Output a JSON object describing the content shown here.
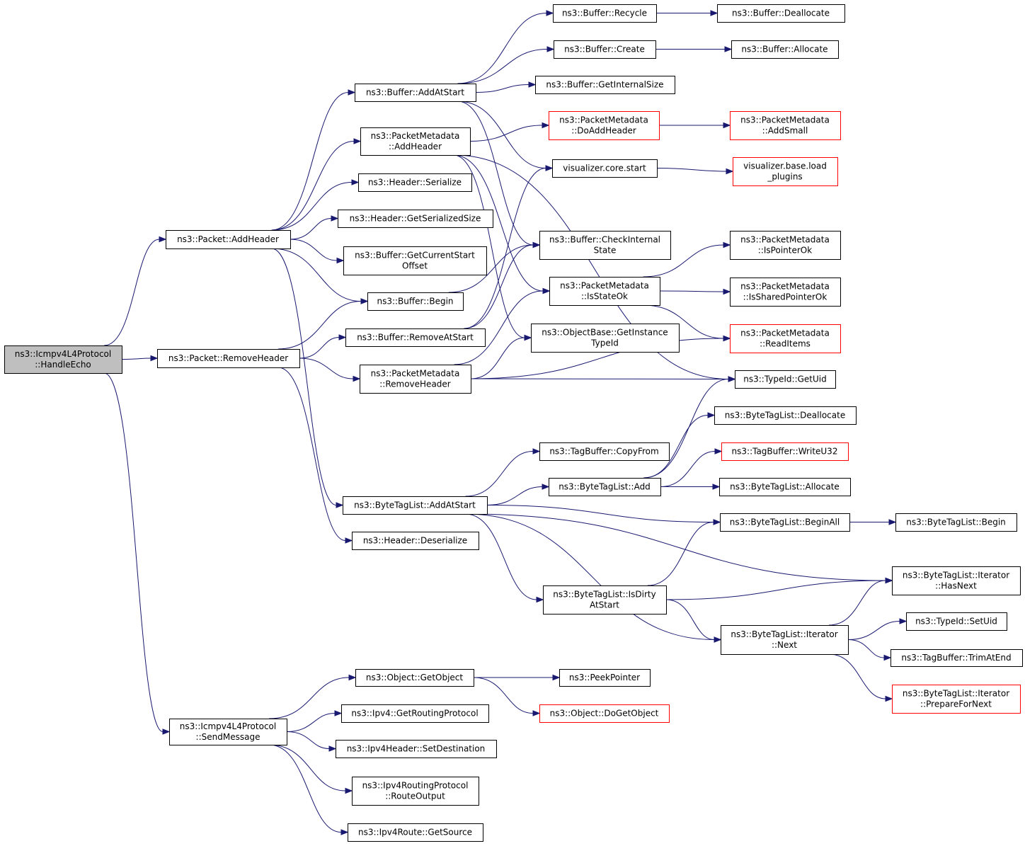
{
  "colors": {
    "edge": "#191970",
    "node_border": "#000000",
    "node_border_incomplete": "#ff0000",
    "root_fill": "#bfbfbf",
    "background": "#ffffff"
  },
  "nodes": [
    {
      "id": "handleEcho",
      "lines": [
        "ns3::Icmpv4L4Protocol",
        "::HandleEcho"
      ],
      "style": "root"
    },
    {
      "id": "addHeader",
      "lines": [
        "ns3::Packet::AddHeader"
      ],
      "style": "normal"
    },
    {
      "id": "removeHeader",
      "lines": [
        "ns3::Packet::RemoveHeader"
      ],
      "style": "normal"
    },
    {
      "id": "sendMessage",
      "lines": [
        "ns3::Icmpv4L4Protocol",
        "::SendMessage"
      ],
      "style": "normal"
    },
    {
      "id": "bufferAddAtStart",
      "lines": [
        "ns3::Buffer::AddAtStart"
      ],
      "style": "normal"
    },
    {
      "id": "pmAddHeader",
      "lines": [
        "ns3::PacketMetadata",
        "::AddHeader"
      ],
      "style": "normal"
    },
    {
      "id": "headerSerialize",
      "lines": [
        "ns3::Header::Serialize"
      ],
      "style": "normal"
    },
    {
      "id": "headerGetSerializedSize",
      "lines": [
        "ns3::Header::GetSerializedSize"
      ],
      "style": "normal"
    },
    {
      "id": "bufferGetCurrentStartOffset",
      "lines": [
        "ns3::Buffer::GetCurrentStart",
        "Offset"
      ],
      "style": "normal"
    },
    {
      "id": "bufferBegin",
      "lines": [
        "ns3::Buffer::Begin"
      ],
      "style": "normal"
    },
    {
      "id": "bufferRemoveAtStart",
      "lines": [
        "ns3::Buffer::RemoveAtStart"
      ],
      "style": "normal"
    },
    {
      "id": "pmRemoveHeader",
      "lines": [
        "ns3::PacketMetadata",
        "::RemoveHeader"
      ],
      "style": "normal"
    },
    {
      "id": "byteTagListAddAtStart",
      "lines": [
        "ns3::ByteTagList::AddAtStart"
      ],
      "style": "normal"
    },
    {
      "id": "headerDeserialize",
      "lines": [
        "ns3::Header::Deserialize"
      ],
      "style": "normal"
    },
    {
      "id": "objectGetObject",
      "lines": [
        "ns3::Object::GetObject"
      ],
      "style": "normal"
    },
    {
      "id": "ipv4GetRoutingProtocol",
      "lines": [
        "ns3::Ipv4::GetRoutingProtocol"
      ],
      "style": "normal"
    },
    {
      "id": "ipv4HeaderSetDestination",
      "lines": [
        "ns3::Ipv4Header::SetDestination"
      ],
      "style": "normal"
    },
    {
      "id": "ipv4RoutingProtocolRouteOutput",
      "lines": [
        "ns3::Ipv4RoutingProtocol",
        "::RouteOutput"
      ],
      "style": "normal"
    },
    {
      "id": "ipv4RouteGetSource",
      "lines": [
        "ns3::Ipv4Route::GetSource"
      ],
      "style": "normal"
    },
    {
      "id": "bufferRecycle",
      "lines": [
        "ns3::Buffer::Recycle"
      ],
      "style": "normal"
    },
    {
      "id": "bufferCreate",
      "lines": [
        "ns3::Buffer::Create"
      ],
      "style": "normal"
    },
    {
      "id": "bufferGetInternalSize",
      "lines": [
        "ns3::Buffer::GetInternalSize"
      ],
      "style": "normal"
    },
    {
      "id": "pmDoAddHeader",
      "lines": [
        "ns3::PacketMetadata",
        "::DoAddHeader"
      ],
      "style": "incomplete"
    },
    {
      "id": "visualizerCoreStart",
      "lines": [
        "visualizer.core.start"
      ],
      "style": "normal"
    },
    {
      "id": "bufferCheckInternalState",
      "lines": [
        "ns3::Buffer::CheckInternal",
        "State"
      ],
      "style": "normal"
    },
    {
      "id": "pmIsStateOk",
      "lines": [
        "ns3::PacketMetadata",
        "::IsStateOk"
      ],
      "style": "normal"
    },
    {
      "id": "objectBaseGetInstanceTypeId",
      "lines": [
        "ns3::ObjectBase::GetInstance",
        "TypeId"
      ],
      "style": "normal"
    },
    {
      "id": "tagBufferCopyFrom",
      "lines": [
        "ns3::TagBuffer::CopyFrom"
      ],
      "style": "normal"
    },
    {
      "id": "byteTagListAdd",
      "lines": [
        "ns3::ByteTagList::Add"
      ],
      "style": "normal"
    },
    {
      "id": "byteTagListIsDirtyAtStart",
      "lines": [
        "ns3::ByteTagList::IsDirty",
        "AtStart"
      ],
      "style": "normal"
    },
    {
      "id": "peekPointer",
      "lines": [
        "ns3::PeekPointer"
      ],
      "style": "normal"
    },
    {
      "id": "objectDoGetObject",
      "lines": [
        "ns3::Object::DoGetObject"
      ],
      "style": "incomplete"
    },
    {
      "id": "bufferDeallocate",
      "lines": [
        "ns3::Buffer::Deallocate"
      ],
      "style": "normal"
    },
    {
      "id": "bufferAllocate",
      "lines": [
        "ns3::Buffer::Allocate"
      ],
      "style": "normal"
    },
    {
      "id": "pmAddSmall",
      "lines": [
        "ns3::PacketMetadata",
        "::AddSmall"
      ],
      "style": "incomplete"
    },
    {
      "id": "visualizerBaseLoadPlugins",
      "lines": [
        "visualizer.base.load",
        "_plugins"
      ],
      "style": "incomplete"
    },
    {
      "id": "pmIsPointerOk",
      "lines": [
        "ns3::PacketMetadata",
        "::IsPointerOk"
      ],
      "style": "normal"
    },
    {
      "id": "pmIsSharedPointerOk",
      "lines": [
        "ns3::PacketMetadata",
        "::IsSharedPointerOk"
      ],
      "style": "normal"
    },
    {
      "id": "pmReadItems",
      "lines": [
        "ns3::PacketMetadata",
        "::ReadItems"
      ],
      "style": "incomplete"
    },
    {
      "id": "typeIdGetUid",
      "lines": [
        "ns3::TypeId::GetUid"
      ],
      "style": "normal"
    },
    {
      "id": "byteTagListDeallocate",
      "lines": [
        "ns3::ByteTagList::Deallocate"
      ],
      "style": "normal"
    },
    {
      "id": "tagBufferWriteU32",
      "lines": [
        "ns3::TagBuffer::WriteU32"
      ],
      "style": "incomplete"
    },
    {
      "id": "byteTagListAllocate",
      "lines": [
        "ns3::ByteTagList::Allocate"
      ],
      "style": "normal"
    },
    {
      "id": "byteTagListBeginAll",
      "lines": [
        "ns3::ByteTagList::BeginAll"
      ],
      "style": "normal"
    },
    {
      "id": "iteratorNext",
      "lines": [
        "ns3::ByteTagList::Iterator",
        "::Next"
      ],
      "style": "normal"
    },
    {
      "id": "byteTagListBegin",
      "lines": [
        "ns3::ByteTagList::Begin"
      ],
      "style": "normal"
    },
    {
      "id": "iteratorHasNext",
      "lines": [
        "ns3::ByteTagList::Iterator",
        "::HasNext"
      ],
      "style": "normal"
    },
    {
      "id": "typeIdSetUid",
      "lines": [
        "ns3::TypeId::SetUid"
      ],
      "style": "normal"
    },
    {
      "id": "tagBufferTrimAtEnd",
      "lines": [
        "ns3::TagBuffer::TrimAtEnd"
      ],
      "style": "normal"
    },
    {
      "id": "iteratorPrepareForNext",
      "lines": [
        "ns3::ByteTagList::Iterator",
        "::PrepareForNext"
      ],
      "style": "incomplete"
    }
  ],
  "edges": [
    {
      "from": "handleEcho",
      "to": "addHeader"
    },
    {
      "from": "handleEcho",
      "to": "removeHeader"
    },
    {
      "from": "handleEcho",
      "to": "sendMessage"
    },
    {
      "from": "addHeader",
      "to": "bufferAddAtStart"
    },
    {
      "from": "addHeader",
      "to": "pmAddHeader"
    },
    {
      "from": "addHeader",
      "to": "headerSerialize"
    },
    {
      "from": "addHeader",
      "to": "headerGetSerializedSize"
    },
    {
      "from": "addHeader",
      "to": "bufferGetCurrentStartOffset"
    },
    {
      "from": "addHeader",
      "to": "bufferBegin"
    },
    {
      "from": "addHeader",
      "to": "byteTagListAddAtStart"
    },
    {
      "from": "removeHeader",
      "to": "bufferBegin"
    },
    {
      "from": "removeHeader",
      "to": "bufferRemoveAtStart"
    },
    {
      "from": "removeHeader",
      "to": "pmRemoveHeader"
    },
    {
      "from": "removeHeader",
      "to": "headerDeserialize"
    },
    {
      "from": "sendMessage",
      "to": "objectGetObject"
    },
    {
      "from": "sendMessage",
      "to": "ipv4GetRoutingProtocol"
    },
    {
      "from": "sendMessage",
      "to": "ipv4HeaderSetDestination"
    },
    {
      "from": "sendMessage",
      "to": "ipv4RoutingProtocolRouteOutput"
    },
    {
      "from": "sendMessage",
      "to": "ipv4RouteGetSource"
    },
    {
      "from": "bufferAddAtStart",
      "to": "bufferRecycle"
    },
    {
      "from": "bufferAddAtStart",
      "to": "bufferCreate"
    },
    {
      "from": "bufferAddAtStart",
      "to": "bufferGetInternalSize"
    },
    {
      "from": "bufferAddAtStart",
      "to": "visualizerCoreStart"
    },
    {
      "from": "bufferAddAtStart",
      "to": "bufferCheckInternalState"
    },
    {
      "from": "pmAddHeader",
      "to": "pmDoAddHeader"
    },
    {
      "from": "pmAddHeader",
      "to": "pmIsStateOk"
    },
    {
      "from": "pmAddHeader",
      "to": "objectBaseGetInstanceTypeId"
    },
    {
      "from": "pmAddHeader",
      "to": "typeIdGetUid"
    },
    {
      "from": "bufferBegin",
      "to": "bufferCheckInternalState"
    },
    {
      "from": "bufferRemoveAtStart",
      "to": "visualizerCoreStart"
    },
    {
      "from": "bufferRemoveAtStart",
      "to": "bufferCheckInternalState"
    },
    {
      "from": "pmRemoveHeader",
      "to": "pmIsStateOk"
    },
    {
      "from": "pmRemoveHeader",
      "to": "objectBaseGetInstanceTypeId"
    },
    {
      "from": "pmRemoveHeader",
      "to": "pmReadItems"
    },
    {
      "from": "pmRemoveHeader",
      "to": "typeIdGetUid"
    },
    {
      "from": "byteTagListAddAtStart",
      "to": "tagBufferCopyFrom"
    },
    {
      "from": "byteTagListAddAtStart",
      "to": "byteTagListAdd"
    },
    {
      "from": "byteTagListAddAtStart",
      "to": "byteTagListBeginAll"
    },
    {
      "from": "byteTagListAddAtStart",
      "to": "iteratorHasNext"
    },
    {
      "from": "byteTagListAddAtStart",
      "to": "byteTagListIsDirtyAtStart"
    },
    {
      "from": "byteTagListAddAtStart",
      "to": "iteratorNext"
    },
    {
      "from": "objectGetObject",
      "to": "peekPointer"
    },
    {
      "from": "objectGetObject",
      "to": "objectDoGetObject"
    },
    {
      "from": "bufferRecycle",
      "to": "bufferDeallocate"
    },
    {
      "from": "bufferCreate",
      "to": "bufferAllocate"
    },
    {
      "from": "pmDoAddHeader",
      "to": "pmAddSmall"
    },
    {
      "from": "visualizerCoreStart",
      "to": "visualizerBaseLoadPlugins"
    },
    {
      "from": "pmIsStateOk",
      "to": "pmIsPointerOk"
    },
    {
      "from": "pmIsStateOk",
      "to": "pmIsSharedPointerOk"
    },
    {
      "from": "pmIsStateOk",
      "to": "pmReadItems"
    },
    {
      "from": "byteTagListAdd",
      "to": "typeIdGetUid"
    },
    {
      "from": "byteTagListAdd",
      "to": "byteTagListDeallocate"
    },
    {
      "from": "byteTagListAdd",
      "to": "tagBufferWriteU32"
    },
    {
      "from": "byteTagListAdd",
      "to": "byteTagListAllocate"
    },
    {
      "from": "byteTagListIsDirtyAtStart",
      "to": "byteTagListBeginAll"
    },
    {
      "from": "byteTagListIsDirtyAtStart",
      "to": "iteratorHasNext"
    },
    {
      "from": "byteTagListIsDirtyAtStart",
      "to": "iteratorNext"
    },
    {
      "from": "byteTagListBeginAll",
      "to": "byteTagListBegin"
    },
    {
      "from": "iteratorNext",
      "to": "iteratorHasNext"
    },
    {
      "from": "iteratorNext",
      "to": "typeIdSetUid"
    },
    {
      "from": "iteratorNext",
      "to": "tagBufferTrimAtEnd"
    },
    {
      "from": "iteratorNext",
      "to": "iteratorPrepareForNext"
    }
  ]
}
